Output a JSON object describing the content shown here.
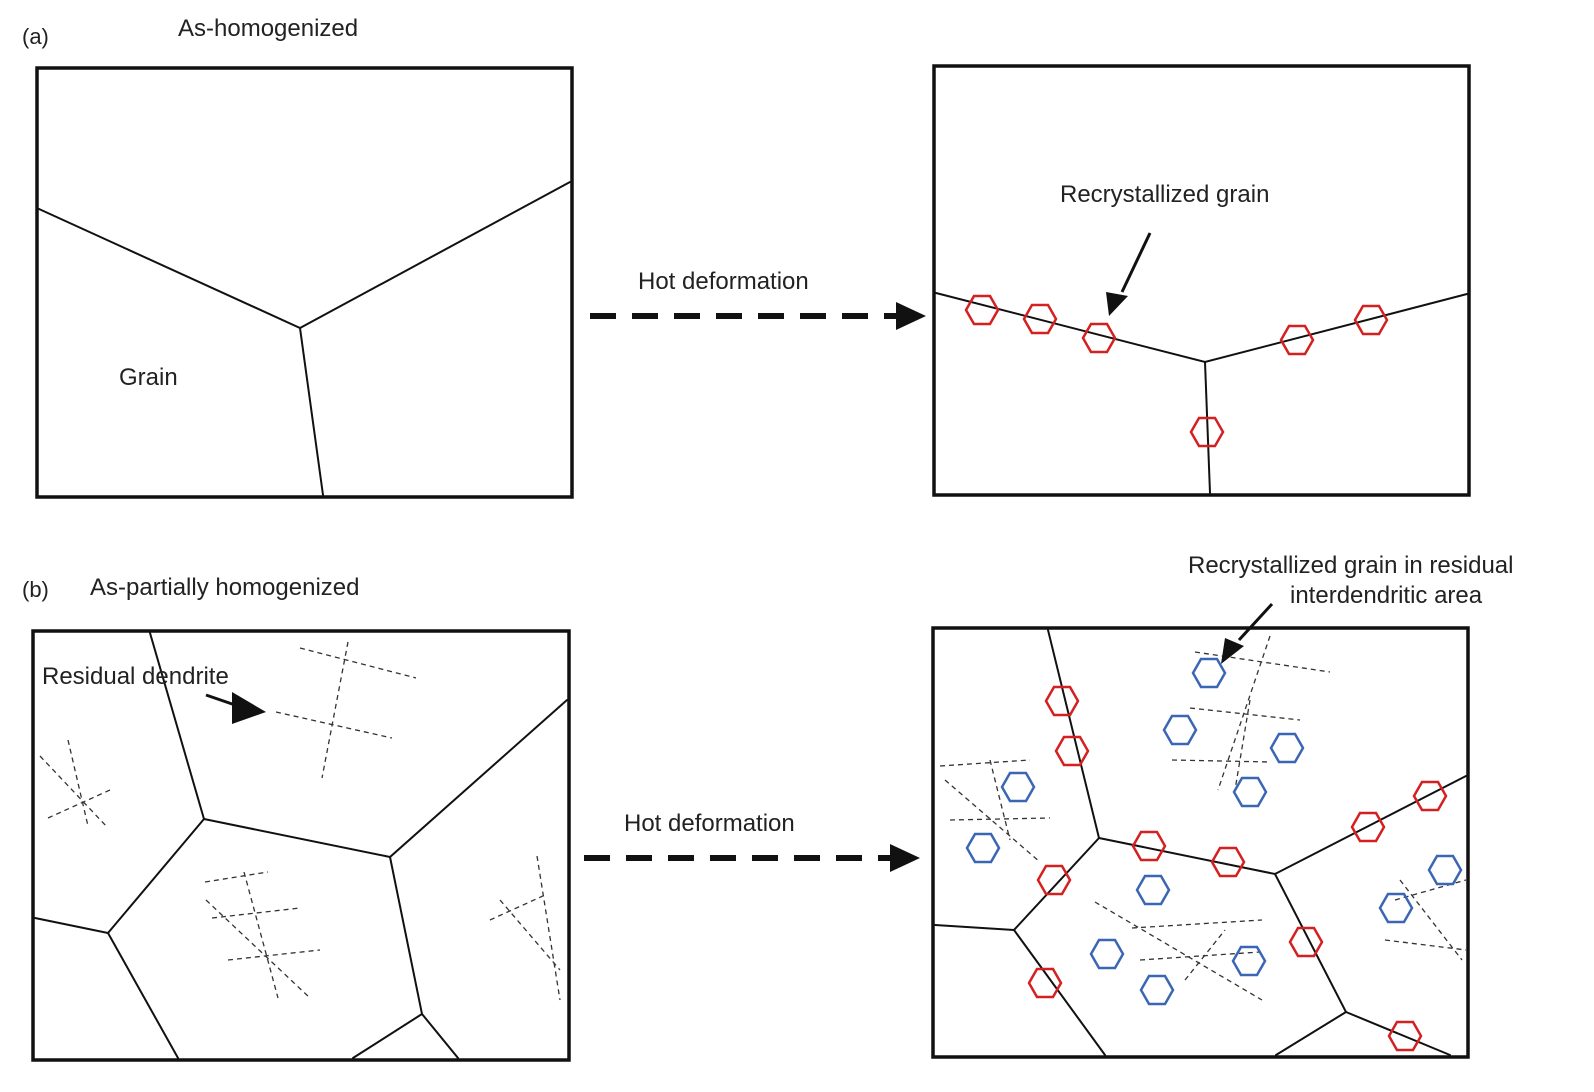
{
  "panel_a": {
    "tag": "(a)",
    "title": "As-homogenized",
    "grain_label": "Grain",
    "arrow_label": "Hot deformation",
    "result_label": "Recrystallized grain"
  },
  "panel_b": {
    "tag": "(b)",
    "title": "As-partially homogenized",
    "dendrite_label": "Residual dendrite",
    "arrow_label": "Hot deformation",
    "result_label_line1": "Recrystallized grain in residual",
    "result_label_line2": "interdendritic area"
  },
  "colors": {
    "boundary": "#111111",
    "recrystallized_grain_boundary": "#d42020",
    "recrystallized_grain_interdendritic": "#3a66b4",
    "dendrite": "#333333"
  }
}
